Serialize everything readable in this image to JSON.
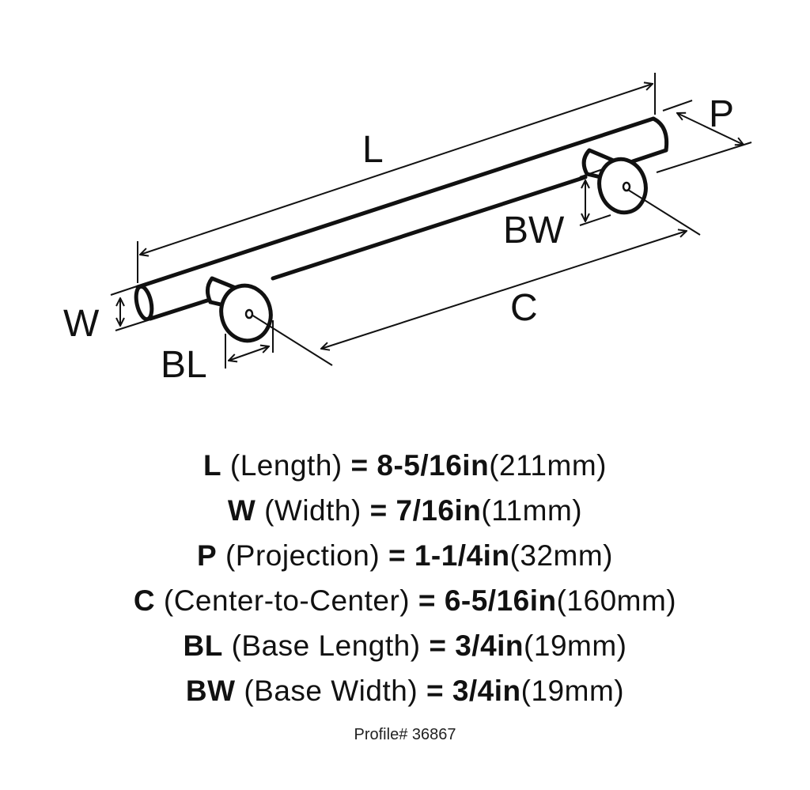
{
  "labels": {
    "L": "L",
    "P": "P",
    "BW": "BW",
    "C": "C",
    "W": "W",
    "BL": "BL"
  },
  "specs": [
    {
      "code": "L",
      "desc": "(Length)",
      "eq": "=",
      "imperial": "8-5/16in",
      "metric": "(211mm)"
    },
    {
      "code": "W",
      "desc": "(Width)",
      "eq": "=",
      "imperial": "7/16in",
      "metric": "(11mm)"
    },
    {
      "code": "P",
      "desc": "(Projection)",
      "eq": "=",
      "imperial": "1-1/4in",
      "metric": "(32mm)"
    },
    {
      "code": "C",
      "desc": "(Center-to-Center)",
      "eq": "=",
      "imperial": "6-5/16in",
      "metric": "(160mm)"
    },
    {
      "code": "BL",
      "desc": "(Base Length)",
      "eq": "=",
      "imperial": "3/4in",
      "metric": "(19mm)"
    },
    {
      "code": "BW",
      "desc": "(Base Width)",
      "eq": "=",
      "imperial": "3/4in",
      "metric": "(19mm)"
    }
  ],
  "profile": "Profile# 36867"
}
